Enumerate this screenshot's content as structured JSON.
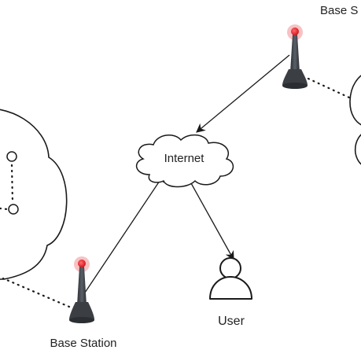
{
  "diagram": {
    "nodes": {
      "internet": {
        "label": "Internet"
      },
      "user": {
        "label": "User"
      },
      "base_station_left": {
        "label": "Base Station"
      },
      "base_station_right": {
        "label": "Base S"
      }
    },
    "edges": [
      {
        "from": "base_station_right",
        "to": "internet",
        "style": "arrow"
      },
      {
        "from": "base_station_left",
        "to": "internet",
        "style": "arrow"
      },
      {
        "from": "internet",
        "to": "user",
        "style": "arrow"
      },
      {
        "from": "base_station_left",
        "to": "left_cluster",
        "style": "dotted"
      },
      {
        "from": "base_station_right",
        "to": "right_cluster",
        "style": "dotted"
      }
    ],
    "colors": {
      "antenna_tip": "#e8262b",
      "antenna_glow": "#f6b3b5",
      "antenna_body": "#3b3f44",
      "line": "#1a1a1a"
    }
  }
}
